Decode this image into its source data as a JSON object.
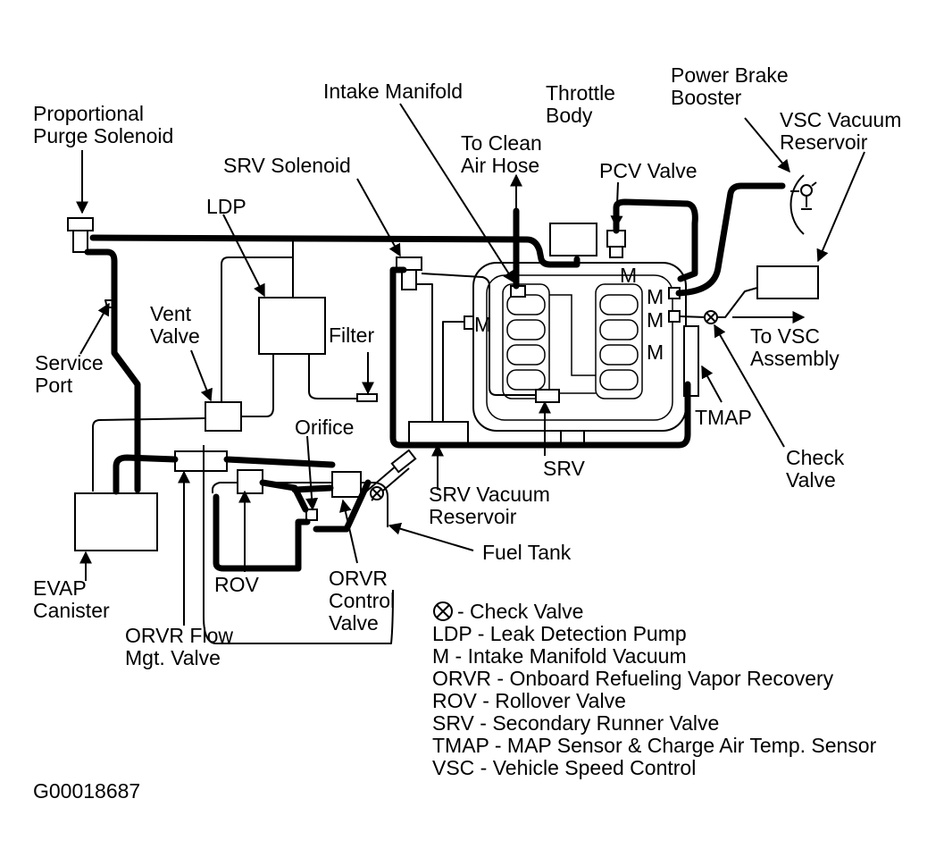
{
  "labels": {
    "proportional_purge_solenoid": [
      "Proportional",
      "Purge Solenoid"
    ],
    "intake_manifold": [
      "Intake Manifold"
    ],
    "throttle_body": [
      "Throttle",
      "Body"
    ],
    "power_brake_booster": [
      "Power Brake",
      "Booster"
    ],
    "vsc_vacuum_reservoir": [
      "VSC Vacuum",
      "Reservoir"
    ],
    "to_clean_air_hose": [
      "To Clean",
      "Air Hose"
    ],
    "pcv_valve": [
      "PCV Valve"
    ],
    "srv_solenoid": [
      "SRV Solenoid"
    ],
    "ldp": [
      "LDP"
    ],
    "vent_valve": [
      "Vent",
      "Valve"
    ],
    "filter": [
      "Filter"
    ],
    "service_port": [
      "Service",
      "Port"
    ],
    "to_vsc_assembly": [
      "To VSC",
      "Assembly"
    ],
    "tmap": [
      "TMAP"
    ],
    "check_valve": [
      "Check",
      "Valve"
    ],
    "orifice": [
      "Orifice"
    ],
    "srv": [
      "SRV"
    ],
    "srv_vacuum_reservoir": [
      "SRV Vacuum",
      "Reservoir"
    ],
    "fuel_tank": [
      "Fuel Tank"
    ],
    "evap_canister": [
      "EVAP",
      "Canister"
    ],
    "rov": [
      "ROV"
    ],
    "orvr_control_valve": [
      "ORVR",
      "Control",
      "Valve"
    ],
    "orvr_flow_mgt_valve": [
      "ORVR Flow",
      "Mgt. Valve"
    ]
  },
  "m_markers": [
    "M",
    "M",
    "M",
    "M",
    "M"
  ],
  "legend": [
    "- Check Valve",
    "LDP - Leak Detection Pump",
    "M - Intake Manifold Vacuum",
    "ORVR - Onboard Refueling Vapor Recovery",
    "ROV - Rollover Valve",
    "SRV - Secondary Runner Valve",
    "TMAP - MAP Sensor & Charge Air Temp. Sensor",
    "VSC - Vehicle Speed Control"
  ],
  "figure_id": "G00018687"
}
